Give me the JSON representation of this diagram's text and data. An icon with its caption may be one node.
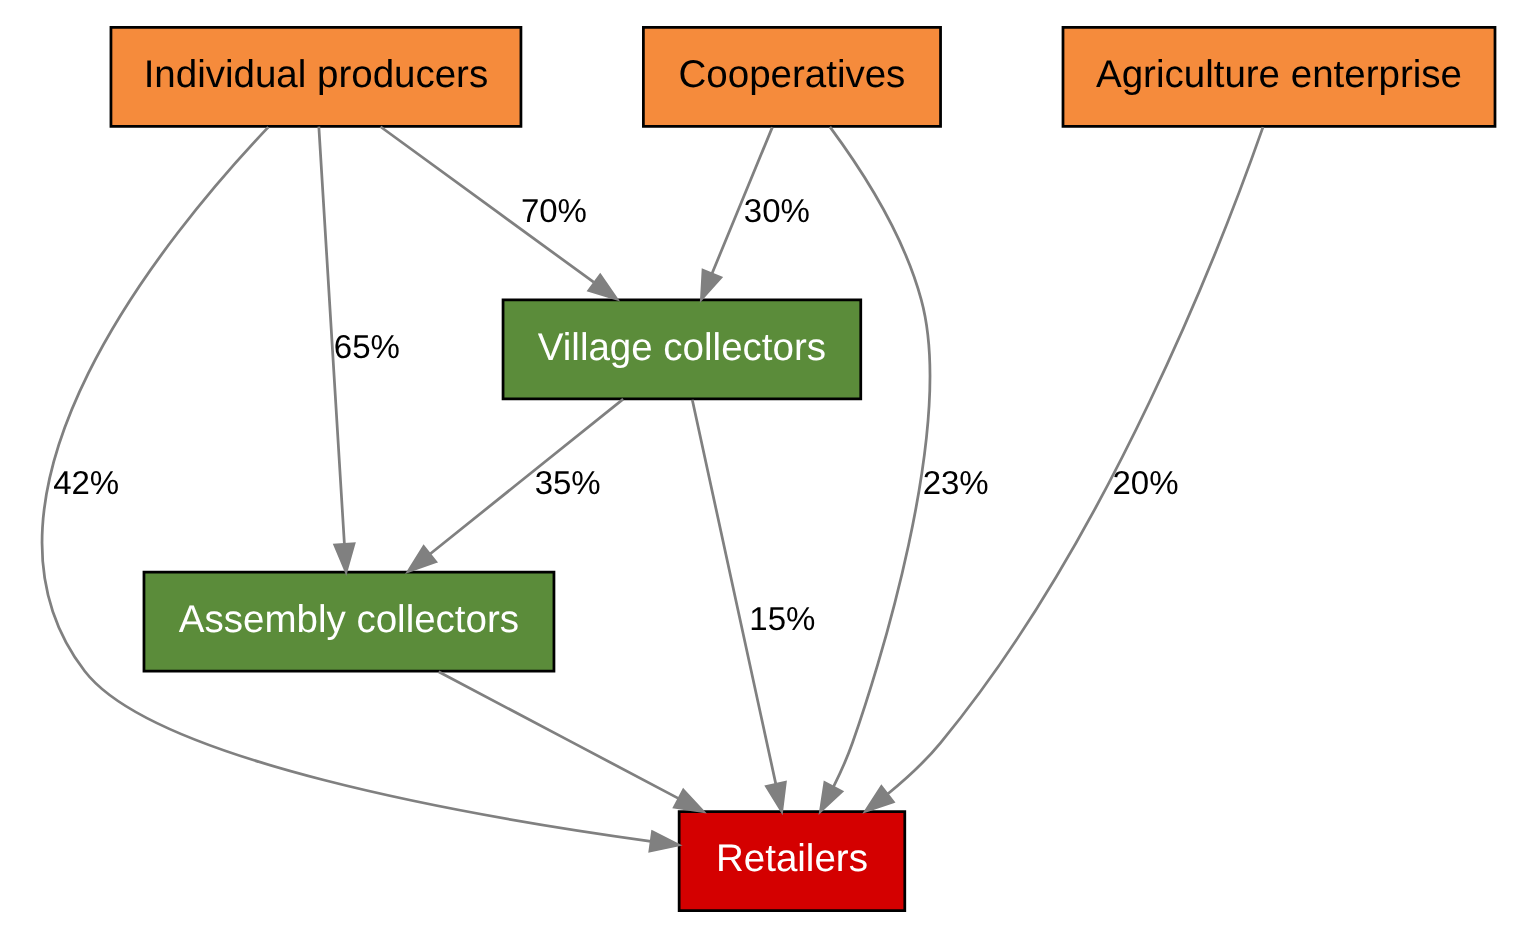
{
  "diagram": {
    "nodes": [
      {
        "text": [
          "Individual producers"
        ]
      },
      {
        "text": [
          "Cooperatives"
        ]
      },
      {
        "text": [
          "Agriculture enterprise"
        ]
      },
      {
        "text": [
          "Village collectors"
        ]
      },
      {
        "text": [
          "Assembly collectors"
        ]
      },
      {
        "text": [
          "Retailers"
        ]
      }
    ],
    "edges": [
      {
        "from": 0,
        "to": 3,
        "arrow": "to",
        "label": "70%"
      },
      {
        "from": 1,
        "to": 3,
        "arrow": "to",
        "label": "30%"
      },
      {
        "from": 0,
        "to": 4,
        "arrow": "to",
        "label": "65%"
      },
      {
        "from": 3,
        "to": 4,
        "arrow": "to",
        "label": "35%"
      },
      {
        "from": 3,
        "to": 5,
        "arrow": "to",
        "label": "15%"
      },
      {
        "from": 4,
        "to": 5,
        "arrow": "to"
      },
      {
        "from": 1,
        "to": 5,
        "arrow": "to",
        "label": "23%"
      },
      {
        "from": 2,
        "to": 5,
        "arrow": "to",
        "label": "20%"
      },
      {
        "from": 0,
        "to": 5,
        "arrow": "to",
        "label": "42%"
      }
    ]
  }
}
